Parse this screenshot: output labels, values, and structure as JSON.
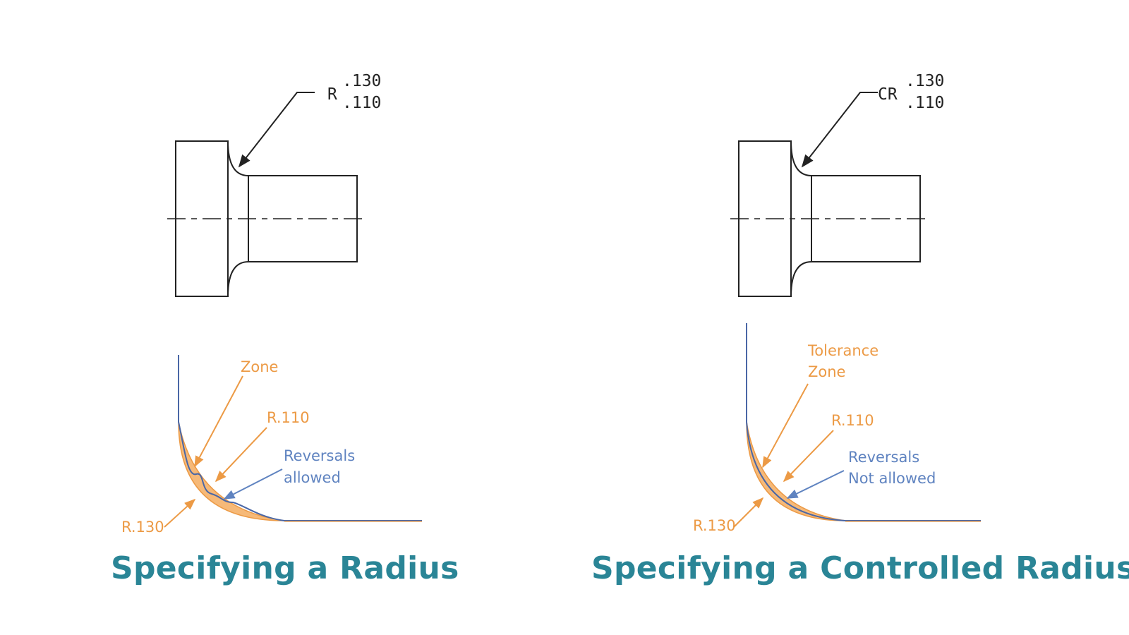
{
  "panels": [
    {
      "caption": "Specifying a Radius",
      "callout": {
        "prefix": "R",
        "upper": ".130",
        "lower": ".110"
      },
      "detail": {
        "zone_label_lines": [
          "Zone"
        ],
        "inner_label": "R.110",
        "outer_label": "R.130",
        "reversal_lines": [
          "Reversals",
          "allowed"
        ]
      }
    },
    {
      "caption": "Specifying a Controlled Radius",
      "callout": {
        "prefix": "CR",
        "upper": ".130",
        "lower": ".110"
      },
      "detail": {
        "zone_label_lines": [
          "Tolerance",
          "Zone"
        ],
        "inner_label": "R.110",
        "outer_label": "R.130",
        "reversal_lines": [
          "Reversals",
          "Not allowed"
        ]
      }
    }
  ],
  "colors": {
    "caption": "#2a8596",
    "tolerance_fill": "#f6b978",
    "tolerance_label": "#ec9a45",
    "profile_line": "#4a67a6",
    "reversal_label": "#5f83c0",
    "drawing_line": "#222222"
  }
}
